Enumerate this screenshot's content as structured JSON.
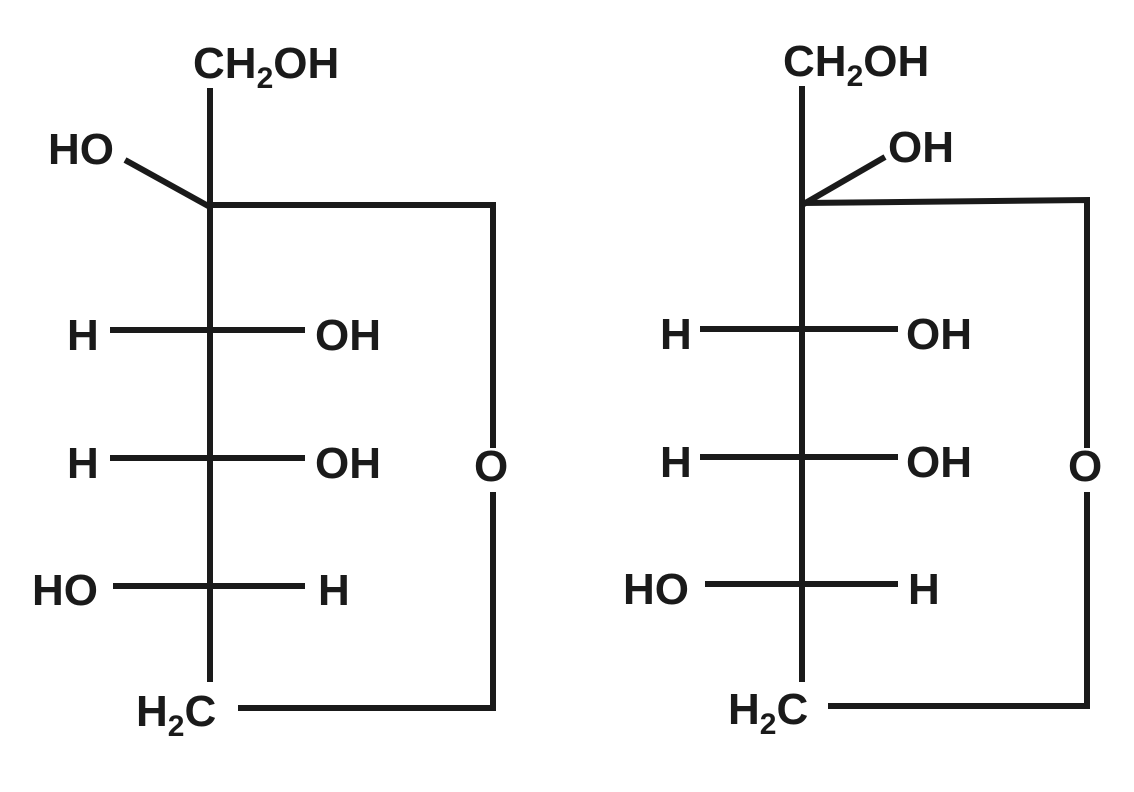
{
  "structures": [
    {
      "top_group": {
        "a": "CH",
        "sub": "2",
        "b": "OH"
      },
      "anomeric_oh": "HO",
      "rows": [
        {
          "left": "H",
          "right": "OH"
        },
        {
          "left": "H",
          "right": "OH"
        },
        {
          "left": "HO",
          "right": "H"
        }
      ],
      "ring_oxygen": "O",
      "bottom_group": {
        "a": "H",
        "sub": "2",
        "b": "C"
      }
    },
    {
      "top_group": {
        "a": "CH",
        "sub": "2",
        "b": "OH"
      },
      "anomeric_oh": "OH",
      "rows": [
        {
          "left": "H",
          "right": "OH"
        },
        {
          "left": "H",
          "right": "OH"
        },
        {
          "left": "HO",
          "right": "H"
        }
      ],
      "ring_oxygen": "O",
      "bottom_group": {
        "a": "H",
        "sub": "2",
        "b": "C"
      }
    }
  ],
  "colors": {
    "ink": "#1a1a1a",
    "background": "#ffffff"
  }
}
